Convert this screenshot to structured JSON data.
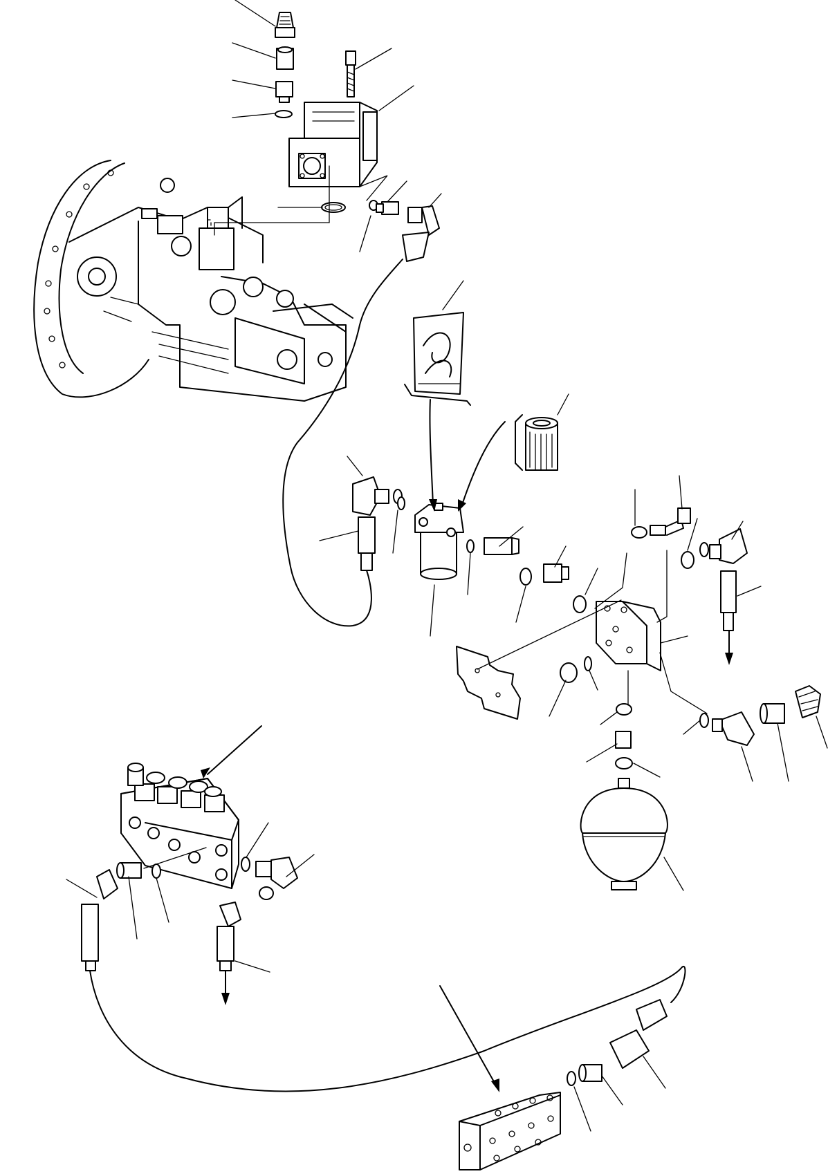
{
  "diagram": {
    "type": "exploded parts diagram",
    "colors": {
      "line": "#000000",
      "background": "#ffffff"
    },
    "components": [
      "pressure-sensor",
      "adapter",
      "nipple",
      "o-ring",
      "bolt",
      "solenoid-valve",
      "main-pump",
      "elbow",
      "hose",
      "grease-packet",
      "line-filter",
      "filter-element",
      "connector",
      "mounting-bracket",
      "plate",
      "plug",
      "accumulator",
      "valve-block",
      "junction-block"
    ],
    "callout_count": 40
  }
}
